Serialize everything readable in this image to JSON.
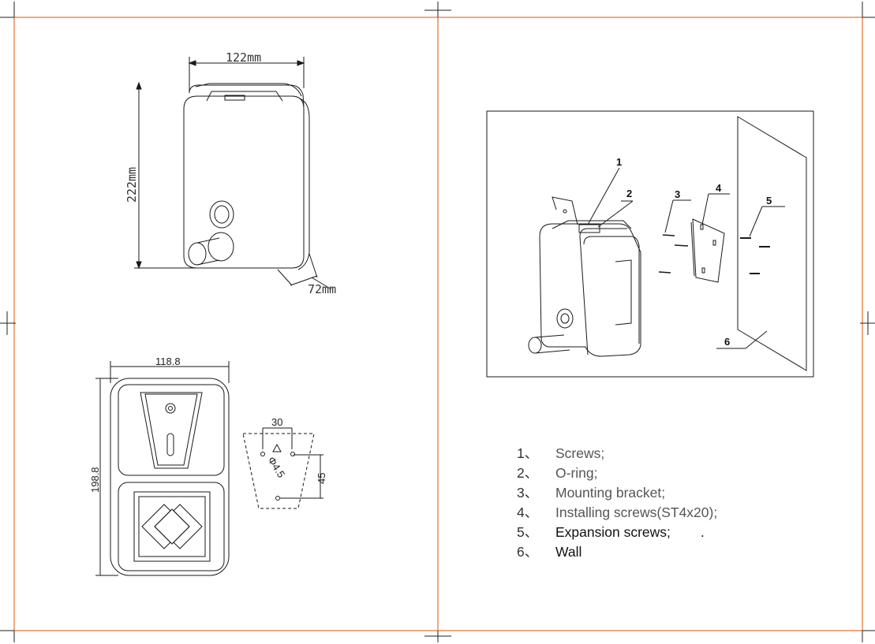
{
  "drawing": {
    "top_view": {
      "width_label": "122mm",
      "height_label": "222mm",
      "depth_label": "72mm"
    },
    "back_view": {
      "width_label": "118.8",
      "height_label": "198.8"
    },
    "bracket_view": {
      "hole_spacing_label": "30",
      "hole_vertical_label": "45",
      "hole_diameter_label": "Φ4.5"
    },
    "callouts": [
      "1",
      "2",
      "3",
      "4",
      "5",
      "6"
    ]
  },
  "legend": [
    {
      "num": "1、",
      "text": "Screws;"
    },
    {
      "num": "2、",
      "text": "O-ring;"
    },
    {
      "num": "3、",
      "text": "Mounting bracket;"
    },
    {
      "num": "4、",
      "text": "Installing screws(ST4x20);"
    },
    {
      "num": "5、",
      "text": "Expansion screws;",
      "suffix": "."
    },
    {
      "num": "6、",
      "text": "Wall"
    }
  ],
  "colors": {
    "page_border": "#ef8a55",
    "line": "#1a1a1a"
  }
}
